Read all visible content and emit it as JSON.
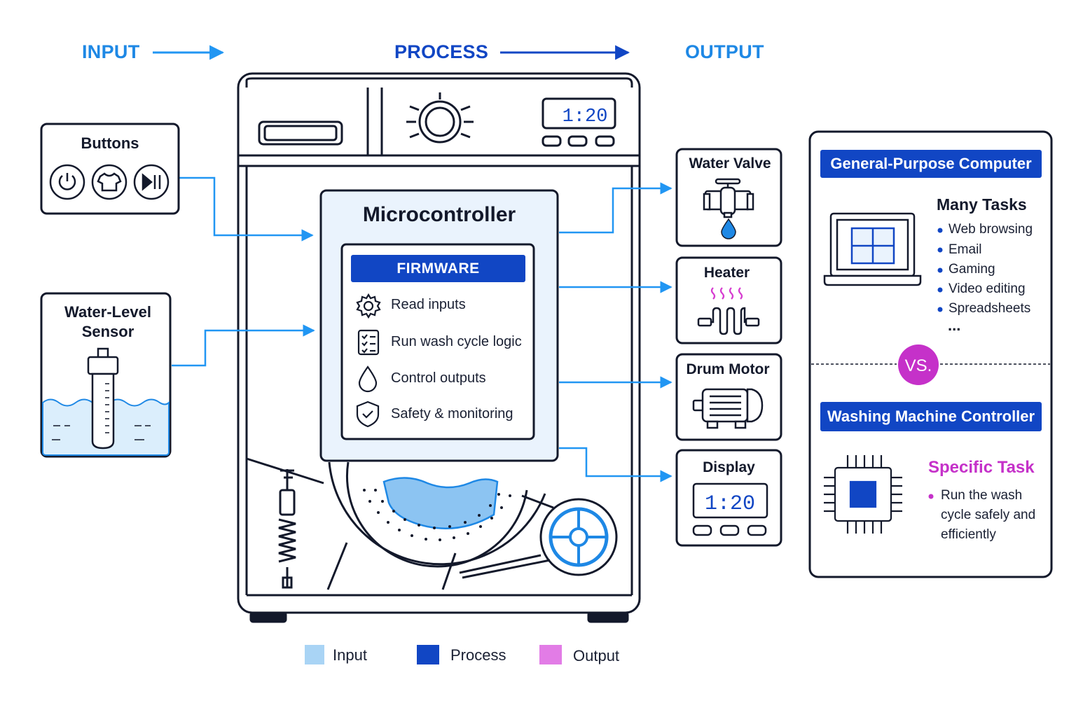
{
  "headers": {
    "input": "INPUT",
    "process": "PROCESS",
    "output": "OUTPUT"
  },
  "inputs": {
    "buttons": {
      "title": "Buttons",
      "icons": [
        "power-icon",
        "shirt-icon",
        "play-pause-icon"
      ]
    },
    "sensor": {
      "title_line1": "Water-Level",
      "title_line2": "Sensor"
    }
  },
  "machine": {
    "display_time": "1:20"
  },
  "microcontroller": {
    "title": "Microcontroller",
    "firmware_label": "FIRMWARE",
    "items": [
      {
        "label": "Read inputs",
        "icon": "gear-icon"
      },
      {
        "label": "Run wash cycle logic",
        "icon": "checklist-icon"
      },
      {
        "label": "Control outputs",
        "icon": "droplet-icon"
      },
      {
        "label": "Safety & monitoring",
        "icon": "shield-check-icon"
      }
    ]
  },
  "outputs": {
    "water_valve": "Water Valve",
    "heater": "Heater",
    "drum_motor": "Drum Motor",
    "display": "Display",
    "display_time": "1:20"
  },
  "comparison": {
    "general": {
      "title": "General-Purpose Computer",
      "subtitle": "Many Tasks",
      "items": [
        "Web browsing",
        "Email",
        "Gaming",
        "Video editing",
        "Spreadsheets"
      ],
      "more": "..."
    },
    "vs": "VS.",
    "specific": {
      "title": "Washing Machine Controller",
      "subtitle": "Specific Task",
      "lines": [
        "Run the wash",
        "cycle safely and",
        "efficiently"
      ]
    }
  },
  "legend": [
    {
      "label": "Input",
      "color": "#a9d4f5"
    },
    {
      "label": "Process",
      "color": "#1146c4"
    },
    {
      "label": "Output",
      "color": "#e27ce6"
    }
  ],
  "colors": {
    "input_blue": "#1e88e5",
    "process_blue": "#1146c4",
    "output_blue": "#1e88e5",
    "arrow_blue": "#2196f3",
    "navy_outline": "#13192b",
    "magenta": "#c531c9",
    "water_fill": "#dbeefc"
  }
}
